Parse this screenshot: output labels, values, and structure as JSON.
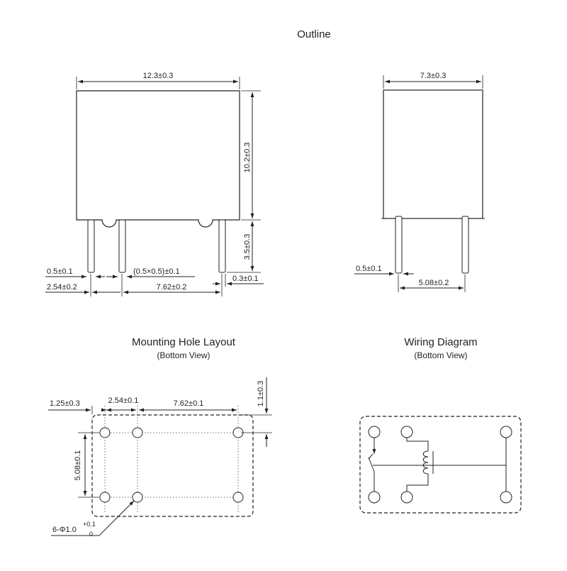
{
  "outline": {
    "title": "Outline",
    "front": {
      "width": "12.3±0.3",
      "height": "10.2±0.3",
      "pin_length": "3.5±0.3",
      "pin_dia": "0.5±0.1",
      "pin_section": "(0.5×0.5)±0.1",
      "pin_pitch_small": "2.54±0.2",
      "pin_pitch_large": "7.62±0.2",
      "edge_offset": "0.3±0.1"
    },
    "side": {
      "width": "7.3±0.3",
      "pin_dia": "0.5±0.1",
      "pin_pitch": "5.08±0.2"
    }
  },
  "mounting": {
    "title": "Mounting Hole Layout",
    "subtitle": "(Bottom View)",
    "edge": "1.25±0.3",
    "pitch_small": "2.54±0.1",
    "pitch_large": "7.62±0.1",
    "top_offset": "1.1±0.3",
    "row_pitch": "5.08±0.1",
    "hole_label": "6-Φ1.0",
    "hole_tol_plus": "+0.1",
    "hole_tol_minus": "0"
  },
  "wiring": {
    "title": "Wiring Diagram",
    "subtitle": "(Bottom View)"
  }
}
